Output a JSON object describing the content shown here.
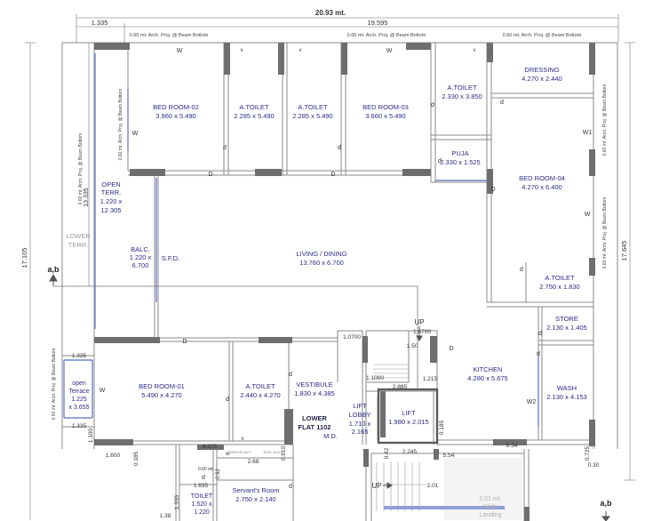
{
  "overall": {
    "width_total": "20.93 mt.",
    "width_left": "1.335",
    "width_main": "19.595",
    "height_left": "17.105",
    "height_right": "17.645",
    "height_inner": "13.335"
  },
  "beam_note": "0.60 mt. Arch. Proj. @ Beam Bottom",
  "rooms": {
    "bedroom02": {
      "name": "BED ROOM-02",
      "size": "3.960 x 5.490"
    },
    "atoilet1": {
      "name": "A.TOILET",
      "size": "2.285 x 5.490"
    },
    "atoilet2": {
      "name": "A.TOILET",
      "size": "2.285 x 5.490"
    },
    "bedroom03": {
      "name": "BED ROOM-03",
      "size": "3.660 x 5.490"
    },
    "atoilet3": {
      "name": "A.TOILET",
      "size": "2.330 x 3.850"
    },
    "dressing": {
      "name": "DRESSING",
      "size": "4.270 x 2.440"
    },
    "puja": {
      "name": "PUJA",
      "size": "2.330 x 1.525"
    },
    "bedroom04": {
      "name": "BED ROOM-04",
      "size": "4.270 x 6.400"
    },
    "open_terr": {
      "name1": "OPEN",
      "name2": "TERR.",
      "size1": "1.220 x",
      "size2": "12.305"
    },
    "lower_terr": {
      "name1": "LOWER",
      "name2": "TERR."
    },
    "balc": {
      "name": "BALC.",
      "size1": "1.220 x",
      "size2": "6.700"
    },
    "sfd": "S.F.D.",
    "living": {
      "name": "LIVING / DINING",
      "size": "13.760 x 6.700"
    },
    "atoilet4": {
      "name": "A.TOILET",
      "size": "2.750 x 1.830"
    },
    "store": {
      "name": "STORE",
      "size": "2.130 x 1.405"
    },
    "kitchen": {
      "name": "KITCHEN",
      "size": "4.280 x 5.675"
    },
    "wash": {
      "name": "WASH",
      "size": "2.130 x 4.153"
    },
    "bedroom01": {
      "name": "BED ROOM-01",
      "size": "5.490 x 4.270"
    },
    "atoilet5": {
      "name": "A.TOILET",
      "size": "2.440 x 4.270"
    },
    "vestibule": {
      "name": "VESTIBULE",
      "size": "1.830 x 4.385"
    },
    "lower_flat": {
      "name1": "LOWER",
      "name2": "FLAT 1102",
      "md": "M.D."
    },
    "lift_lobby": {
      "name1": "LIFT",
      "name2": "LOBBY",
      "size1": "1.710 x",
      "size2": "2.165"
    },
    "lift": {
      "name": "LIFT",
      "size": "1.980 x 2.015"
    },
    "open_terrace": {
      "name1": "open",
      "name2": "Terrace",
      "size1": "1.225",
      "size2": "x 3.655"
    },
    "servants": {
      "name": "Servant's Room",
      "size": "2.750 x 2.140"
    },
    "toilet": {
      "name": "TOILET",
      "size": "1.520 x",
      "size2": "1.220"
    },
    "service_duct": "SERVICE DUCT",
    "elec_duct": "ELEC. DUCT",
    "landing": {
      "line1": "2.01 mt.",
      "line2": "Wide",
      "line3": "Landing"
    }
  },
  "dims": {
    "d1_335a": "1.335",
    "d1_335b": "1.335",
    "d1_100": "1.100",
    "d1_600": "1.600",
    "d0_185a": "0.185",
    "d6_375": "6.375",
    "d2_68": "2.68",
    "d0_910": "0.910",
    "d1_0700a": "1.0700",
    "d1_0700b": "1.0700",
    "d1_50": "1.50",
    "d1_1000": "1.1000",
    "d2_885": "2.885",
    "d1_215": "1.215",
    "d0_185b": "0.185",
    "d0_42": "0.42",
    "d2_245": "2.245",
    "d5_54": "5.54",
    "d6_34": "6.34",
    "d0_725": "0.725",
    "d0_30": "0.30",
    "d2_01": "2.01",
    "d0_60a": "0.60 mt.",
    "d0_92": "0.92",
    "d1_635": "1.635",
    "d1_38": "1.38",
    "d1_335c": "1.335"
  },
  "tags": {
    "W": "W",
    "W1": "W1",
    "W2": "W2",
    "D": "D",
    "d": "d",
    "v": "v",
    "w": "w",
    "up": "UP",
    "ab": "a,b"
  },
  "colors": {
    "wall": "#6e6e6e",
    "line": "#8a8a8a",
    "label": "#2b2b8a",
    "window": "#6f86c8",
    "note": "#444444"
  }
}
